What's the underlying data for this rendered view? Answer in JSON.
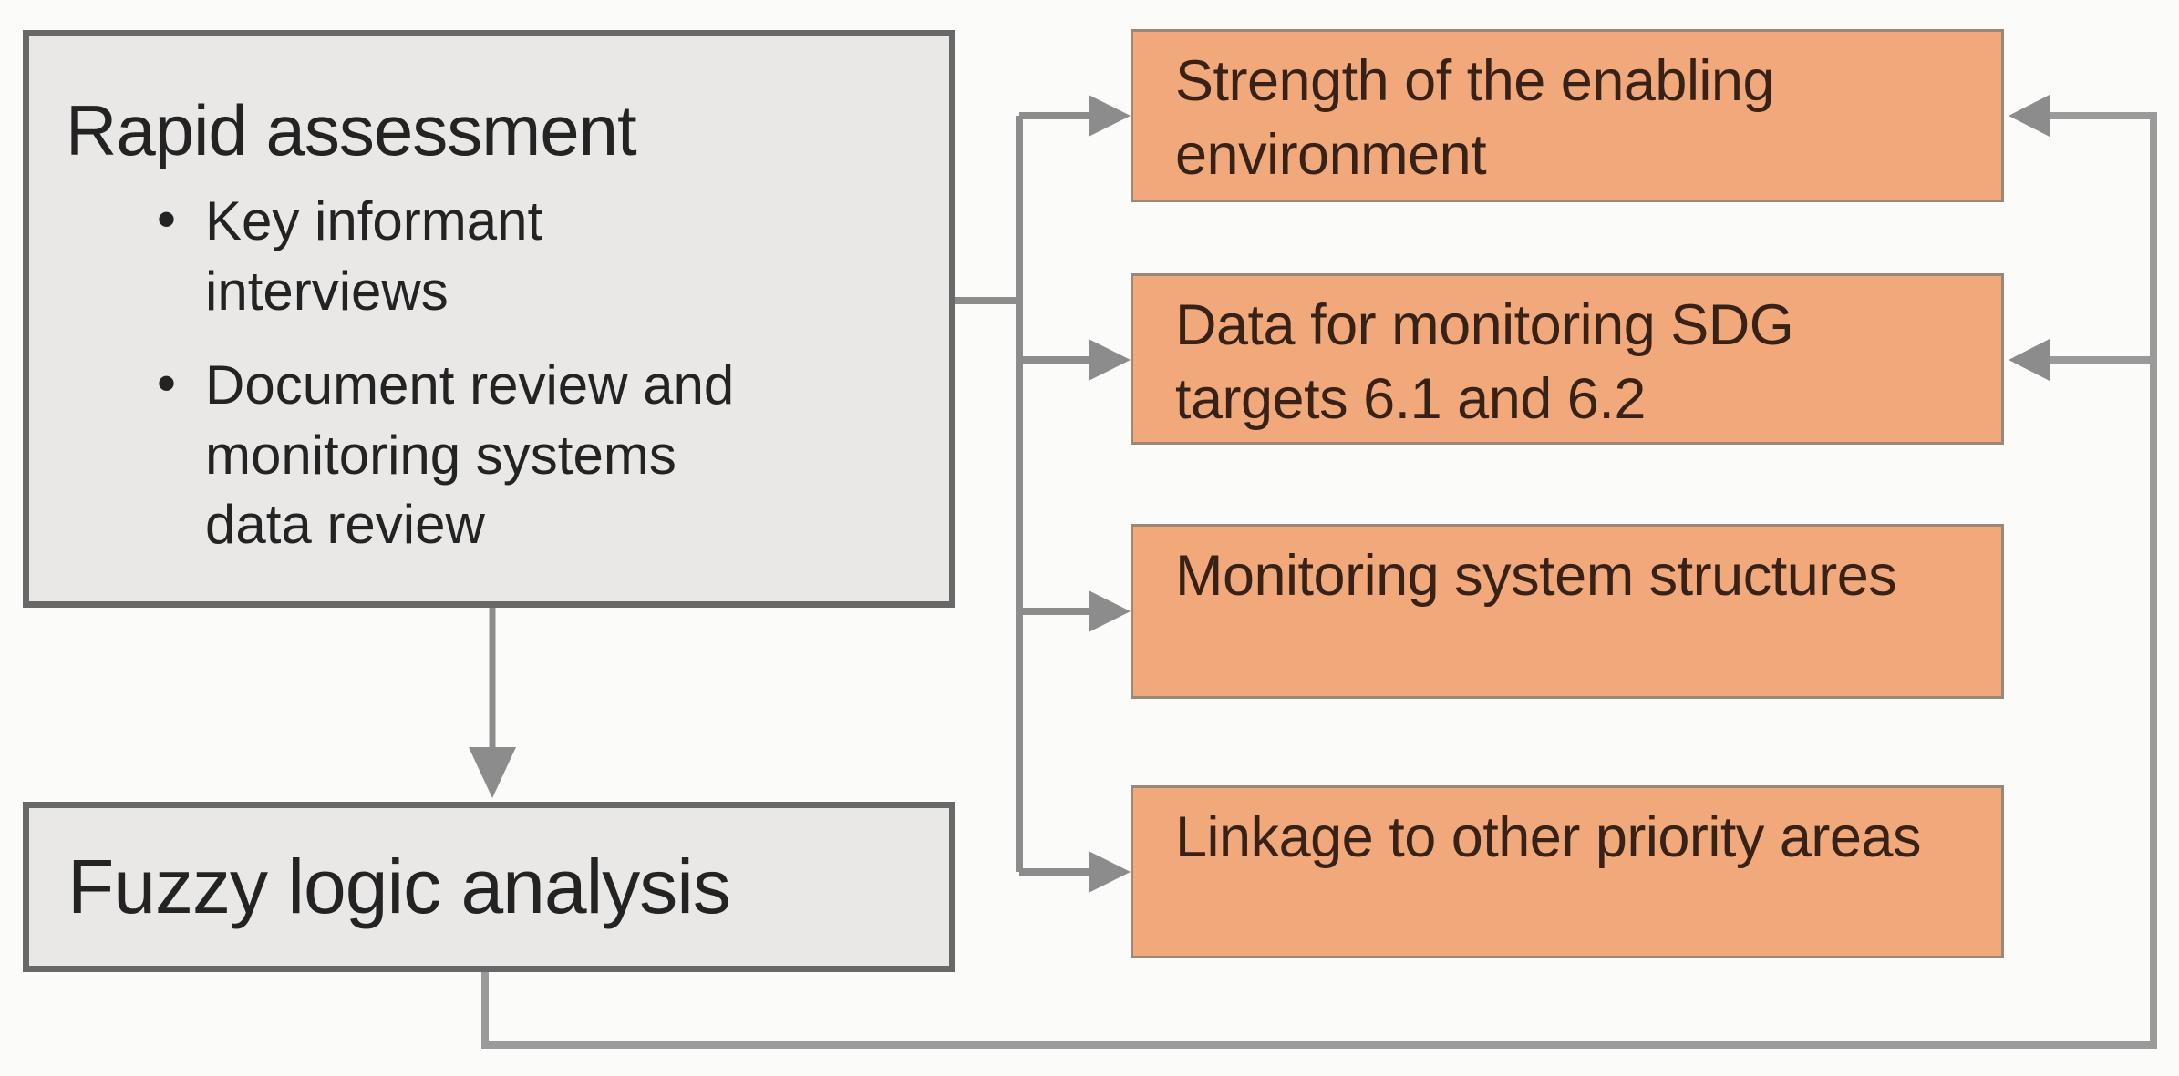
{
  "figure": {
    "type": "flow-diagram",
    "background": "#fbfbfa"
  },
  "colors": {
    "input_box_fill": "#e9e8e7",
    "input_box_border": "#686868",
    "input_box_text": "#232323",
    "output_box_fill": "#f1a97b",
    "output_box_border": "#9a8878",
    "output_box_text": "#382217",
    "arrow": "#8c8c8c",
    "feedback_arrow": "#9a9a9a"
  },
  "nodes": {
    "rapid_assessment": {
      "title": "Rapid assessment",
      "bullets": [
        "Key informant interviews",
        "Document review and monitoring systems data review"
      ]
    },
    "fuzzy_logic": {
      "label": "Fuzzy logic analysis"
    },
    "outputs": [
      {
        "label": "Strength of the enabling environment"
      },
      {
        "label": "Data for monitoring SDG targets 6.1 and 6.2"
      },
      {
        "label": "Monitoring system structures"
      },
      {
        "label": "Linkage to other priority areas"
      }
    ]
  },
  "connections": [
    {
      "from": "rapid-assessment",
      "to": "strength-of-the-enabling-environment",
      "arrow": "right"
    },
    {
      "from": "rapid-assessment",
      "to": "data-for-monitoring-sdg-targets-6.1-and-6.2",
      "arrow": "right"
    },
    {
      "from": "rapid-assessment",
      "to": "monitoring-system-structures",
      "arrow": "right"
    },
    {
      "from": "rapid-assessment",
      "to": "linkage-to-other-priority-areas",
      "arrow": "right"
    },
    {
      "from": "rapid-assessment",
      "to": "fuzzy-logic-analysis",
      "arrow": "down"
    },
    {
      "from": "fuzzy-logic-analysis",
      "to": "strength-of-the-enabling-environment",
      "arrow": "feedback-left"
    },
    {
      "from": "fuzzy-logic-analysis",
      "to": "data-for-monitoring-sdg-targets-6.1-and-6.2",
      "arrow": "feedback-left"
    }
  ]
}
